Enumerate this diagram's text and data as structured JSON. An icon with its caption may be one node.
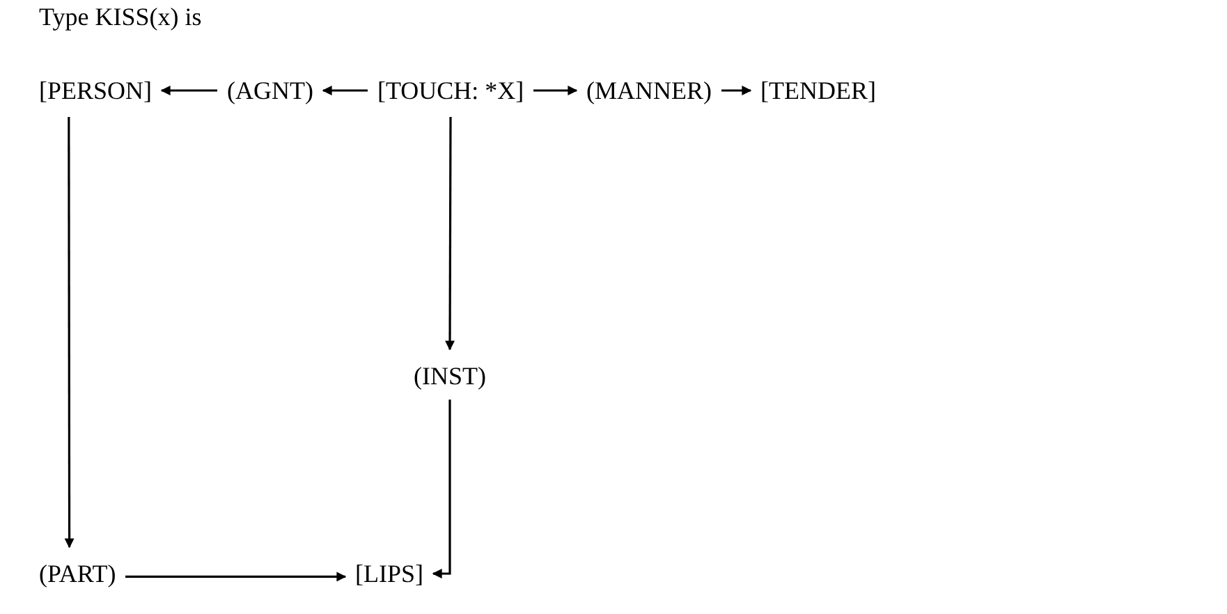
{
  "diagram": {
    "title": "Type KISS(x) is",
    "nodes": [
      {
        "text": [
          "[PERSON]"
        ]
      },
      {
        "text": [
          "(AGNT)"
        ]
      },
      {
        "text": [
          "[TOUCH: *X]"
        ]
      },
      {
        "text": [
          "(MANNER)"
        ]
      },
      {
        "text": [
          "[TENDER]"
        ]
      },
      {
        "text": [
          "(INST)"
        ]
      },
      {
        "text": [
          "(PART)"
        ]
      },
      {
        "text": [
          "[LIPS]"
        ]
      }
    ],
    "edges": [
      {
        "from": 1,
        "to": 0,
        "arrow": "to"
      },
      {
        "from": 2,
        "to": 1,
        "arrow": "to"
      },
      {
        "from": 2,
        "to": 3,
        "arrow": "to"
      },
      {
        "from": 3,
        "to": 4,
        "arrow": "to"
      },
      {
        "from": 2,
        "to": 5,
        "arrow": "to"
      },
      {
        "from": 5,
        "to": 7,
        "arrow": "to"
      },
      {
        "from": 0,
        "to": 6,
        "arrow": "to"
      },
      {
        "from": 6,
        "to": 7,
        "arrow": "to"
      }
    ]
  }
}
